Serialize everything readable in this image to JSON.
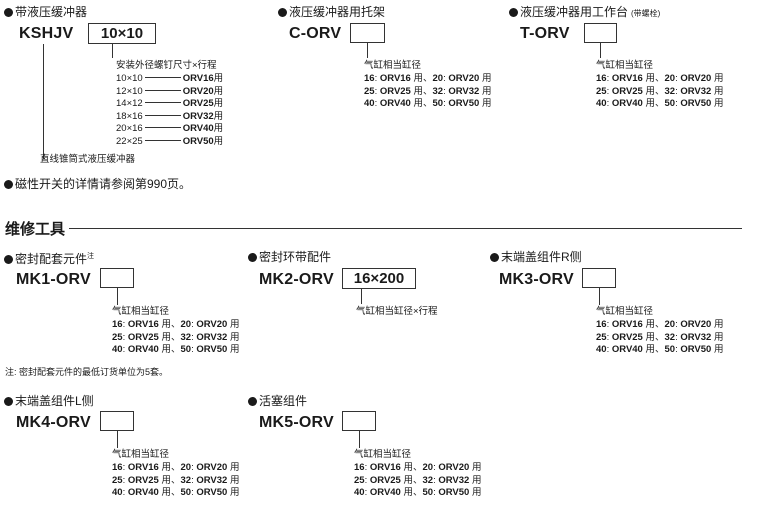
{
  "section1": {
    "block_a": {
      "title": "带液压缓冲器",
      "model": "KSHJV",
      "box_value": "10×10",
      "spec_header": "安装外径螺钉尺寸×行程",
      "rows": [
        {
          "size": "10×10",
          "code": "ORV16",
          "suffix": "用"
        },
        {
          "size": "12×10",
          "code": "ORV20",
          "suffix": "用"
        },
        {
          "size": "14×12",
          "code": "ORV25",
          "suffix": "用"
        },
        {
          "size": "18×16",
          "code": "ORV32",
          "suffix": "用"
        },
        {
          "size": "20×16",
          "code": "ORV40",
          "suffix": "用"
        },
        {
          "size": "22×25",
          "code": "ORV50",
          "suffix": "用"
        }
      ],
      "bottom_label": "直线锥筒式液压缓冲器"
    },
    "block_b": {
      "title": "液压缓冲器用托架",
      "model": "C-ORV",
      "label": "气缸相当缸径"
    },
    "block_c": {
      "title": "液压缓冲器用工作台",
      "title_note": "(带螺栓)",
      "model": "T-ORV",
      "label": "气缸相当缸径"
    },
    "magnet_note": "磁性开关的详情请参阅第990页。"
  },
  "section2": {
    "heading": "维修工具",
    "mk1": {
      "title": "密封配套元件",
      "title_sup": "注",
      "model": "MK1-ORV",
      "label": "气缸相当缸径"
    },
    "mk2": {
      "title": "密封环带配件",
      "model": "MK2-ORV",
      "box_value": "16×200",
      "label": "气缸相当缸径×行程"
    },
    "mk3": {
      "title": "末端盖组件R侧",
      "model": "MK3-ORV",
      "label": "气缸相当缸径"
    },
    "note": "注:  密封配套元件的最低订货单位为5套。",
    "mk4": {
      "title": "末端盖组件L侧",
      "model": "MK4-ORV",
      "label": "气缸相当缸径"
    },
    "mk5": {
      "title": "活塞组件",
      "model": "MK5-ORV",
      "label": "气缸相当缸径"
    }
  },
  "bore_table": [
    {
      "b1": "16",
      "c1": "ORV16",
      "s1": " 用、",
      "b2": "20",
      "c2": "ORV20",
      "s2": " 用"
    },
    {
      "b1": "25",
      "c1": "ORV25",
      "s1": " 用、",
      "b2": "32",
      "c2": "ORV32",
      "s2": " 用"
    },
    {
      "b1": "40",
      "c1": "ORV40",
      "s1": " 用、",
      "b2": "50",
      "c2": "ORV50",
      "s2": " 用"
    }
  ],
  "colon": ":"
}
